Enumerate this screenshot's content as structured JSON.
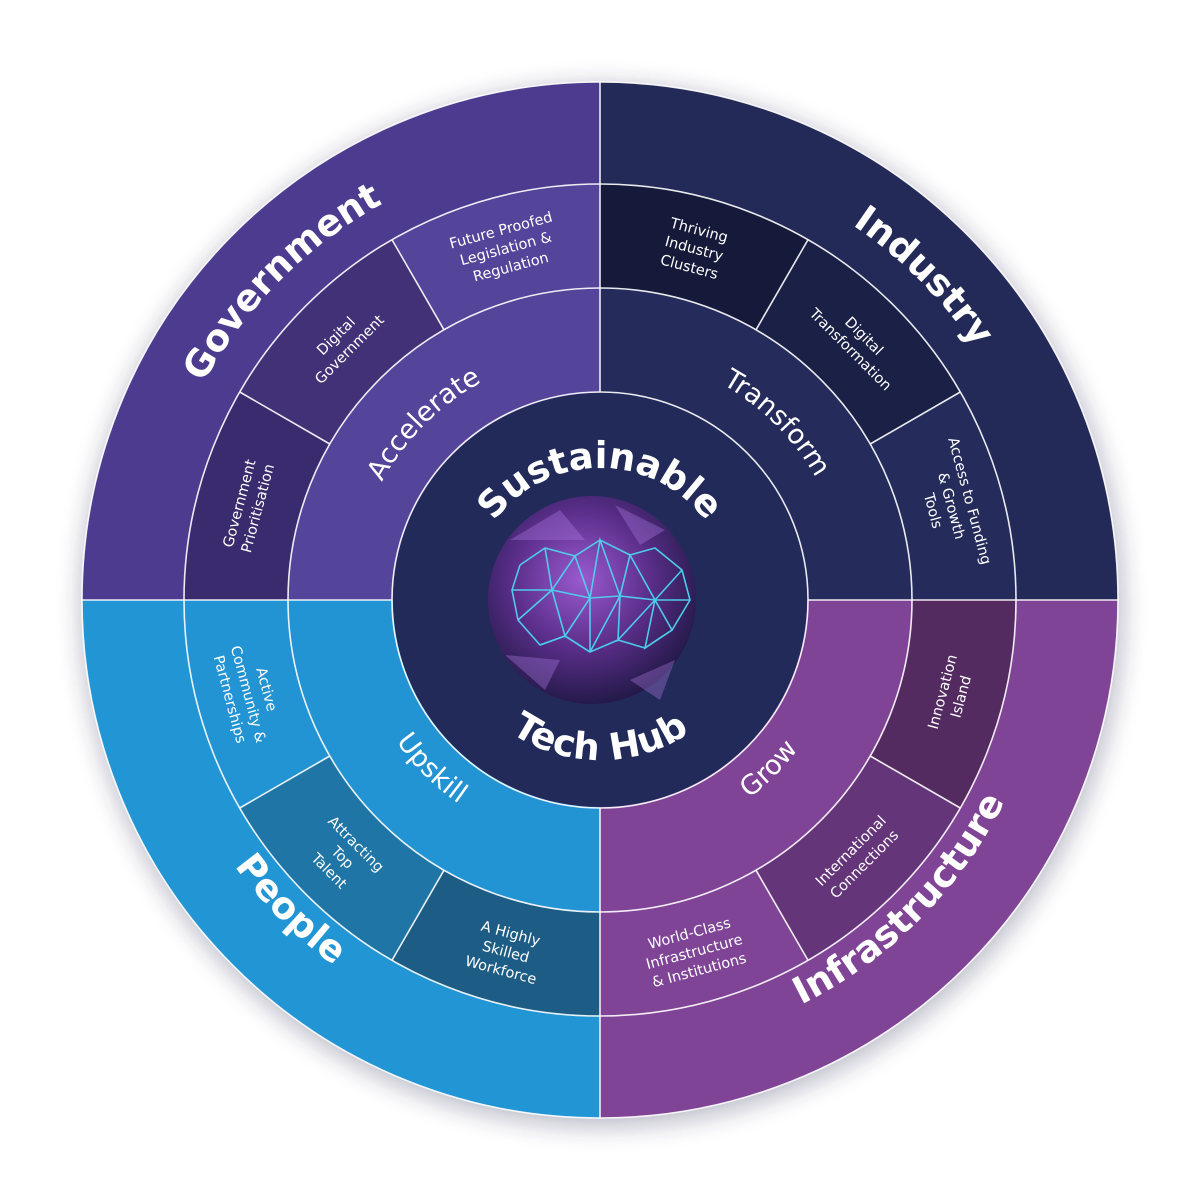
{
  "center": {
    "title_top": "Sustainable",
    "title_bottom": "Tech Hub",
    "color": "#222a5a"
  },
  "quadrants": [
    {
      "key": "government",
      "name": "Government",
      "verb": "Accelerate",
      "outer_color": "#4d3b8f",
      "mid_color": "#54449a",
      "segment_colors": [
        "#3a2a6e",
        "#433177",
        "#54449a"
      ],
      "segments": [
        [
          "Government",
          "Prioritisation"
        ],
        [
          "Digital",
          "Government"
        ],
        [
          "Future Proofed",
          "Legislation &",
          "Regulation"
        ]
      ]
    },
    {
      "key": "industry",
      "name": "Industry",
      "verb": "Transform",
      "outer_color": "#232a58",
      "mid_color": "#252c5c",
      "segment_colors": [
        "#161a3a",
        "#1b2046",
        "#252c5c"
      ],
      "segments": [
        [
          "Thriving",
          "Industry",
          "Clusters"
        ],
        [
          "Digital",
          "Transformation"
        ],
        [
          "Access to Funding",
          "& Growth",
          "Tools"
        ]
      ]
    },
    {
      "key": "infrastructure",
      "name": "Infrastructure",
      "verb": "Grow",
      "outer_color": "#7f4496",
      "mid_color": "#7f4496",
      "segment_colors": [
        "#542b60",
        "#65357a",
        "#7f4496"
      ],
      "segments": [
        [
          "Innovation",
          "Island"
        ],
        [
          "International",
          "Connections"
        ],
        [
          "World-Class",
          "Infrastructure",
          "& Institutions"
        ]
      ]
    },
    {
      "key": "people",
      "name": "People",
      "verb": "Upskill",
      "outer_color": "#2295d4",
      "mid_color": "#2293d3",
      "segment_colors": [
        "#1d5d85",
        "#1f76a6",
        "#2293d3"
      ],
      "segments": [
        [
          "A Highly",
          "Skilled",
          "Workforce"
        ],
        [
          "Attracting",
          "Top",
          "Talent"
        ],
        [
          "Active",
          "Community &",
          "Partnerships"
        ]
      ]
    }
  ]
}
